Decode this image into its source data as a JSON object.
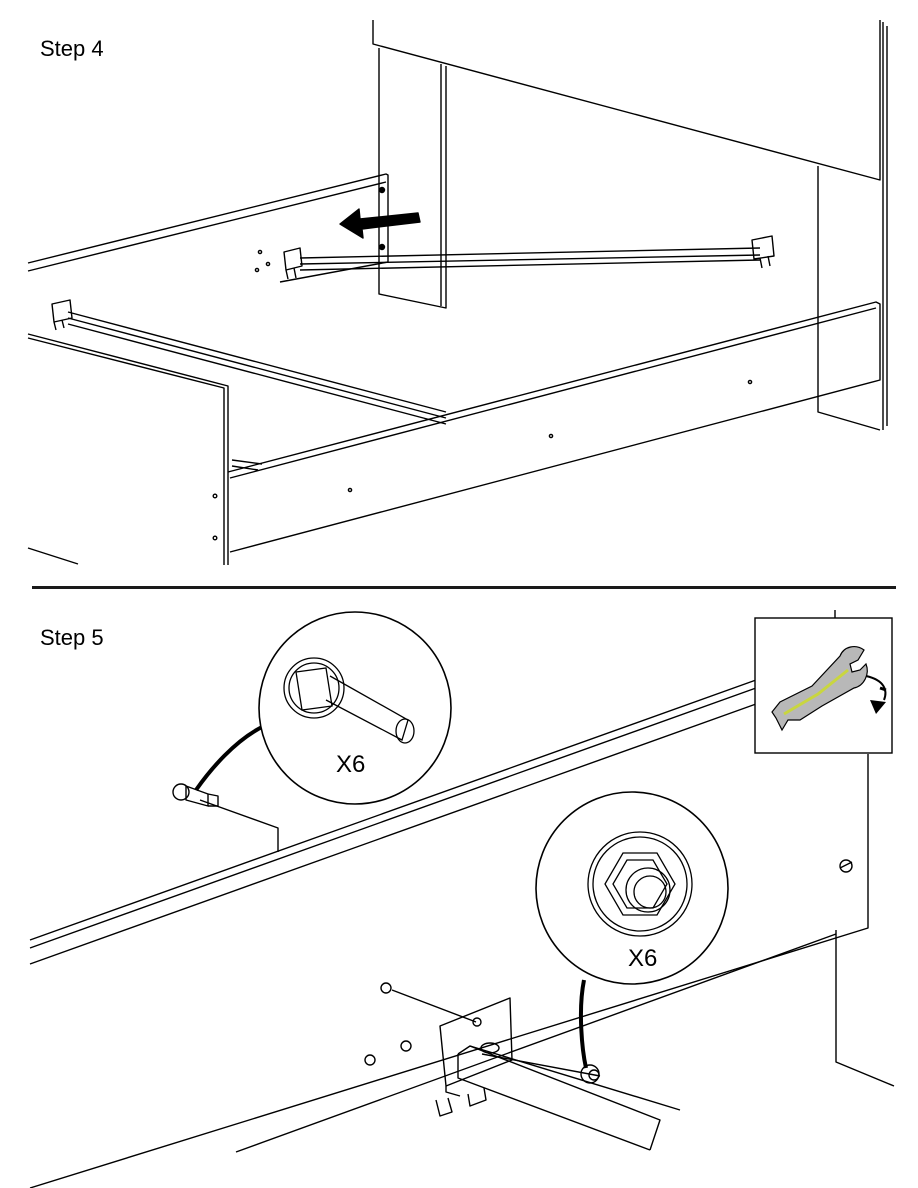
{
  "step4": {
    "title": "Step 4"
  },
  "step5": {
    "title": "Step 5",
    "bolt_callout": {
      "quantity": "X6"
    },
    "nut_callout": {
      "quantity": "X6"
    },
    "tool_icon": "wrench-icon",
    "rotate_icon": "clockwise-arrow-icon"
  },
  "colors": {
    "line": "#000000",
    "tool_accent": "#c9d63f",
    "tool_body": "#b8b8b8"
  }
}
